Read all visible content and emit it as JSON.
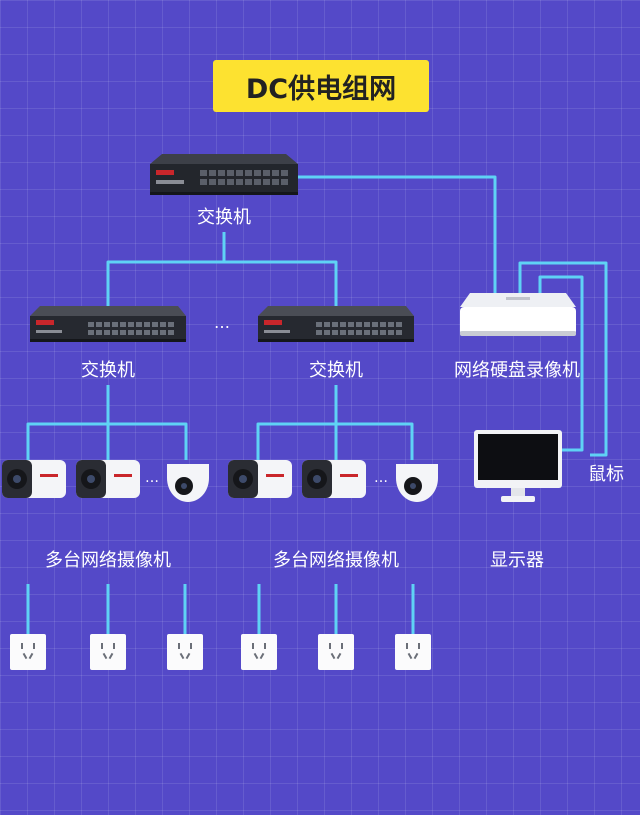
{
  "title": "DC供电组网",
  "labels": {
    "core_switch": "交换机",
    "switch_left": "交换机",
    "switch_right": "交换机",
    "nvr": "网络硬盘录像机",
    "mouse": "鼠标",
    "cameras_left": "多台网络摄像机",
    "cameras_right": "多台网络摄像机",
    "monitor": "显示器"
  },
  "ellipsis": "…",
  "colors": {
    "background": "#5449c8",
    "wire": "#5fd2f5",
    "title_bg": "#fde230"
  }
}
